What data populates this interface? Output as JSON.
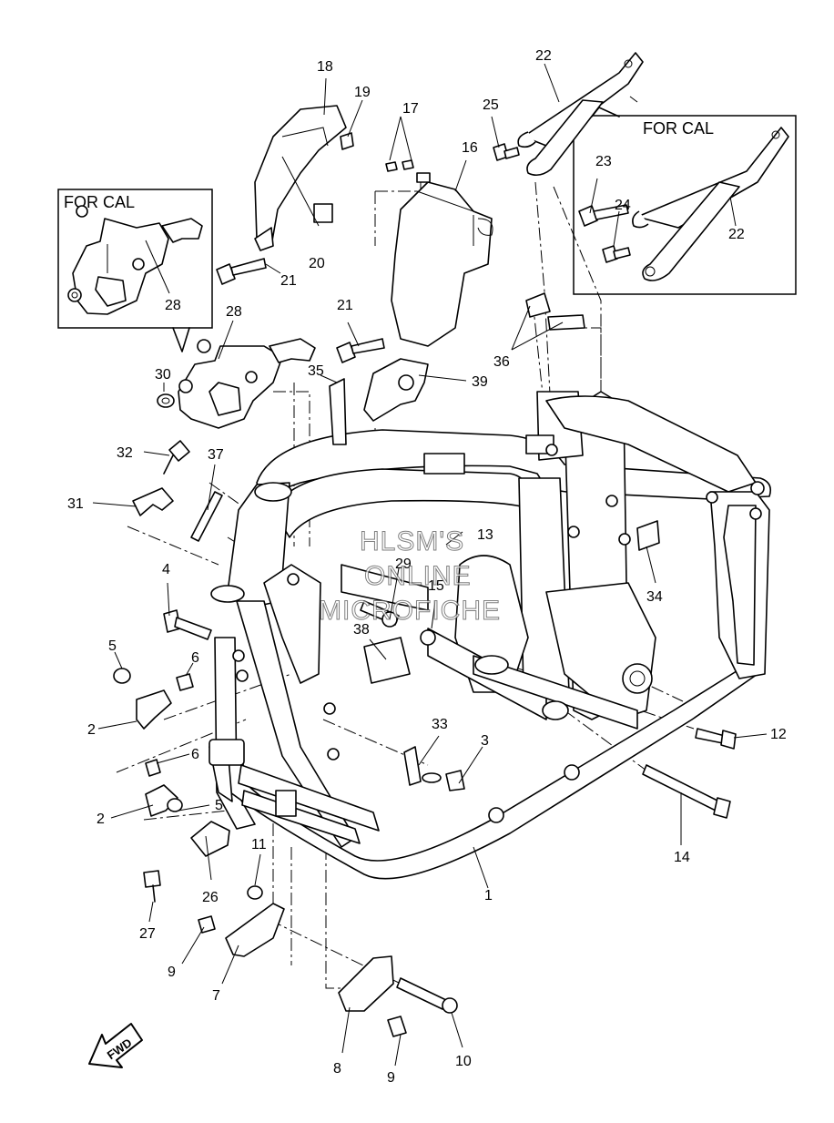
{
  "diagram": {
    "watermark_lines": [
      "HLSM'S",
      "ONLINE",
      "MICROFICHE"
    ],
    "inset_labels": {
      "left": "FOR CAL",
      "right": "FOR CAL"
    },
    "direction_label": "FWD",
    "callouts": {
      "p1": "1",
      "p2a": "2",
      "p2b": "2",
      "p3": "3",
      "p4": "4",
      "p5a": "5",
      "p5b": "5",
      "p6a": "6",
      "p6b": "6",
      "p7": "7",
      "p8": "8",
      "p9a": "9",
      "p9b": "9",
      "p10": "10",
      "p11": "11",
      "p12": "12",
      "p13": "13",
      "p14": "14",
      "p15": "15",
      "p16": "16",
      "p17": "17",
      "p18": "18",
      "p19": "19",
      "p20": "20",
      "p21a": "21",
      "p21b": "21",
      "p22a": "22",
      "p22b": "22",
      "p23": "23",
      "p24": "24",
      "p25": "25",
      "p26": "26",
      "p27": "27",
      "p28a": "28",
      "p28b": "28",
      "p29": "29",
      "p30": "30",
      "p31": "31",
      "p32": "32",
      "p33": "33",
      "p34": "34",
      "p35": "35",
      "p36": "36",
      "p37": "37",
      "p38": "38",
      "p39": "39"
    }
  }
}
